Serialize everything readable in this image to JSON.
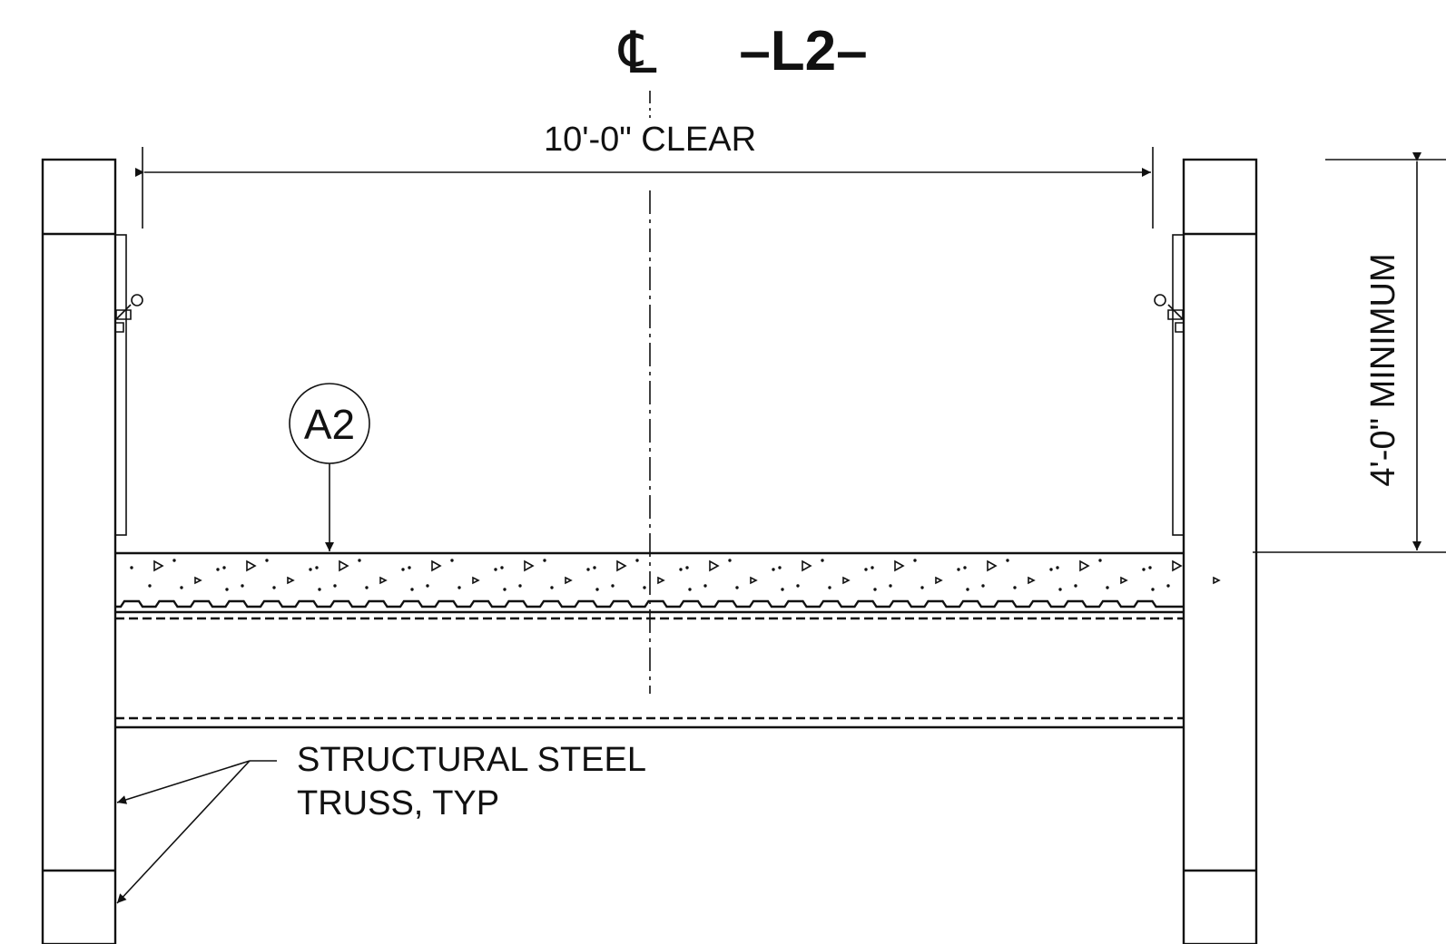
{
  "centerline": {
    "symbol": "℄",
    "line_label": "–L2–"
  },
  "dimensions": {
    "clear_width": "10'-0\" CLEAR",
    "min_height": "4'-0\" MINIMUM"
  },
  "callout": {
    "tag": "A2"
  },
  "notes": {
    "truss_line1": "STRUCTURAL STEEL",
    "truss_line2": "TRUSS, TYP"
  },
  "colors": {
    "line": "#111111",
    "background": "#ffffff"
  }
}
